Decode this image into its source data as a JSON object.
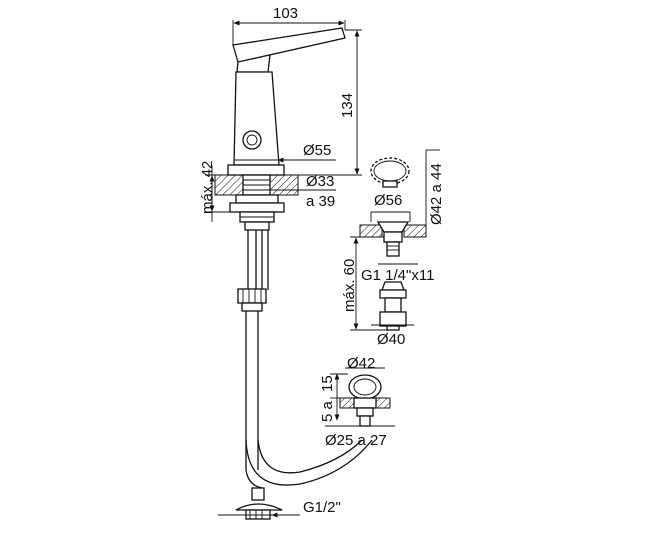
{
  "drawing": {
    "dimensions": {
      "width_top": "103",
      "height_side": "134",
      "d55": "Ø55",
      "max42": "máx. 42",
      "d33": "Ø33",
      "a39": "a 39",
      "d56": "Ø56",
      "d42a44": "Ø42 a 44",
      "max60": "máx. 60",
      "thread_g114": "G1 1/4\"x11",
      "d40": "Ø40",
      "d42": "Ø42",
      "h15": "15",
      "h5a": "5 a",
      "d25a27": "Ø25 a 27",
      "g12": "G1/2\""
    }
  }
}
